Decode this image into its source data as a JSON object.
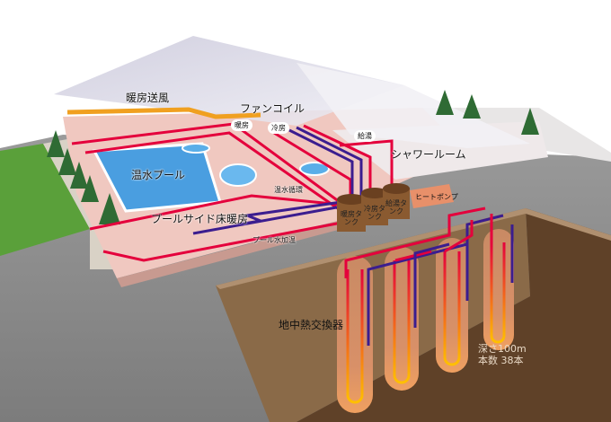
{
  "labels": {
    "heating_air": "暖房送風",
    "fan_coil": "ファンコイル",
    "heating": "暖房",
    "cooling": "冷房",
    "hot_water_supply": "給湯",
    "shower_room": "シャワールーム",
    "heated_pool": "温水プール",
    "hot_water_circulation": "温水循環",
    "poolside_floor_heating": "プールサイド床暖房",
    "pool_water_heating": "プール水加温",
    "heating_tank": "暖房タンク",
    "cooling_tank": "冷房タンク",
    "hot_water_tank": "給湯タンク",
    "heat_pump": "ヒートポンプ",
    "ground_heat_exchanger": "地中熱交換器",
    "depth": "深さ100m",
    "count": "本数 38本"
  },
  "colors": {
    "hot_pipe": "#e4003c",
    "cold_pipe": "#3b1d8f",
    "earth": "#6b4a2c",
    "pool": "#4a9ee0"
  }
}
